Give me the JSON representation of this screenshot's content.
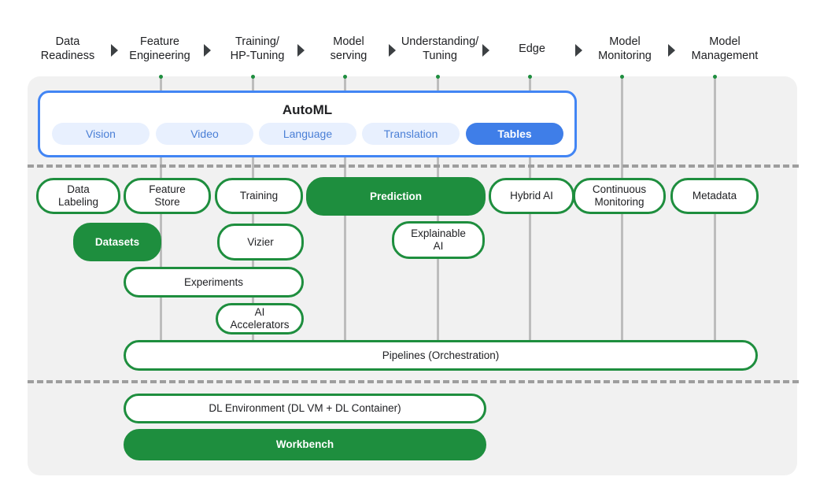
{
  "stages": [
    {
      "label": "Data\nReadiness"
    },
    {
      "label": "Feature\nEngineering"
    },
    {
      "label": "Training/\nHP-Tuning"
    },
    {
      "label": "Model\nserving"
    },
    {
      "label": "Understanding/\nTuning"
    },
    {
      "label": "Edge"
    },
    {
      "label": "Model\nMonitoring"
    },
    {
      "label": "Model\nManagement"
    }
  ],
  "automl": {
    "title": "AutoML",
    "items": [
      "Vision",
      "Video",
      "Language",
      "Translation",
      "Tables"
    ],
    "active": "Tables"
  },
  "components": {
    "data_labeling": "Data\nLabeling",
    "feature_store": "Feature\nStore",
    "training": "Training",
    "prediction": "Prediction",
    "hybrid_ai": "Hybrid AI",
    "continuous_monitoring": "Continuous\nMonitoring",
    "metadata": "Metadata",
    "datasets": "Datasets",
    "vizier": "Vizier",
    "explainable_ai": "Explainable\nAI",
    "experiments": "Experiments",
    "ai_accelerators": "AI\nAccelerators",
    "pipelines": "Pipelines (Orchestration)",
    "dl_environment": "DL Environment (DL VM + DL Container)",
    "workbench": "Workbench"
  },
  "colors": {
    "green": "#1e8e3e",
    "blue": "#4285f4",
    "light_blue": "#e8f0fe",
    "panel": "#f1f1f1"
  }
}
